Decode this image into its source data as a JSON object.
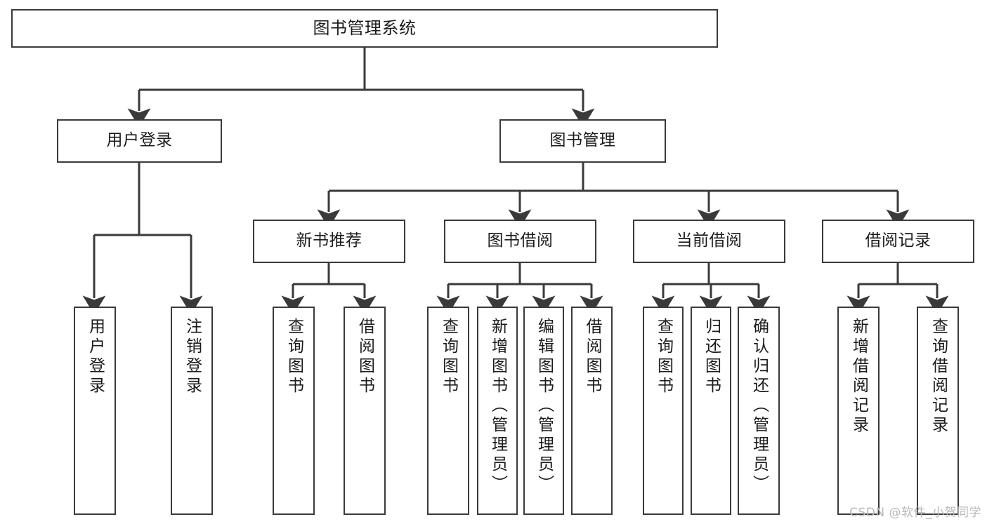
{
  "diagram": {
    "title": "图书管理系统",
    "type": "tree-hierarchy",
    "watermark": "CSDN @软件_小贺同学",
    "colors": {
      "stroke": "#3a3a3a",
      "fill": "#ffffff",
      "text": "#1b1b1b",
      "watermark": "#b9b9b9"
    },
    "root": {
      "label": "图书管理系统"
    },
    "level2": [
      {
        "id": "user-login",
        "label": "用户登录"
      },
      {
        "id": "book-manage",
        "label": "图书管理"
      }
    ],
    "level3": [
      {
        "id": "new-book-rec",
        "label": "新书推荐"
      },
      {
        "id": "book-borrow",
        "label": "图书借阅"
      },
      {
        "id": "current-borrow",
        "label": "当前借阅"
      },
      {
        "id": "borrow-record",
        "label": "借阅记录"
      }
    ],
    "leaves": {
      "user_login": [
        {
          "id": "leaf-user-login",
          "label": "用户登录"
        },
        {
          "id": "leaf-logout",
          "label": "注销登录"
        }
      ],
      "new_book_rec": [
        {
          "id": "leaf-query-book-1",
          "label": "查询图书"
        },
        {
          "id": "leaf-borrow-book-1",
          "label": "借阅图书"
        }
      ],
      "book_borrow": [
        {
          "id": "leaf-query-book-2",
          "label": "查询图书"
        },
        {
          "id": "leaf-add-book",
          "label": "新增图书（管理员）"
        },
        {
          "id": "leaf-edit-book",
          "label": "编辑图书（管理员）"
        },
        {
          "id": "leaf-borrow-book-2",
          "label": "借阅图书"
        }
      ],
      "current_borrow": [
        {
          "id": "leaf-query-book-3",
          "label": "查询图书"
        },
        {
          "id": "leaf-return-book",
          "label": "归还图书"
        },
        {
          "id": "leaf-confirm-return",
          "label": "确认归还（管理员）"
        }
      ],
      "borrow_record": [
        {
          "id": "leaf-add-record",
          "label": "新增借阅记录"
        },
        {
          "id": "leaf-query-record",
          "label": "查询借阅记录"
        }
      ]
    }
  }
}
